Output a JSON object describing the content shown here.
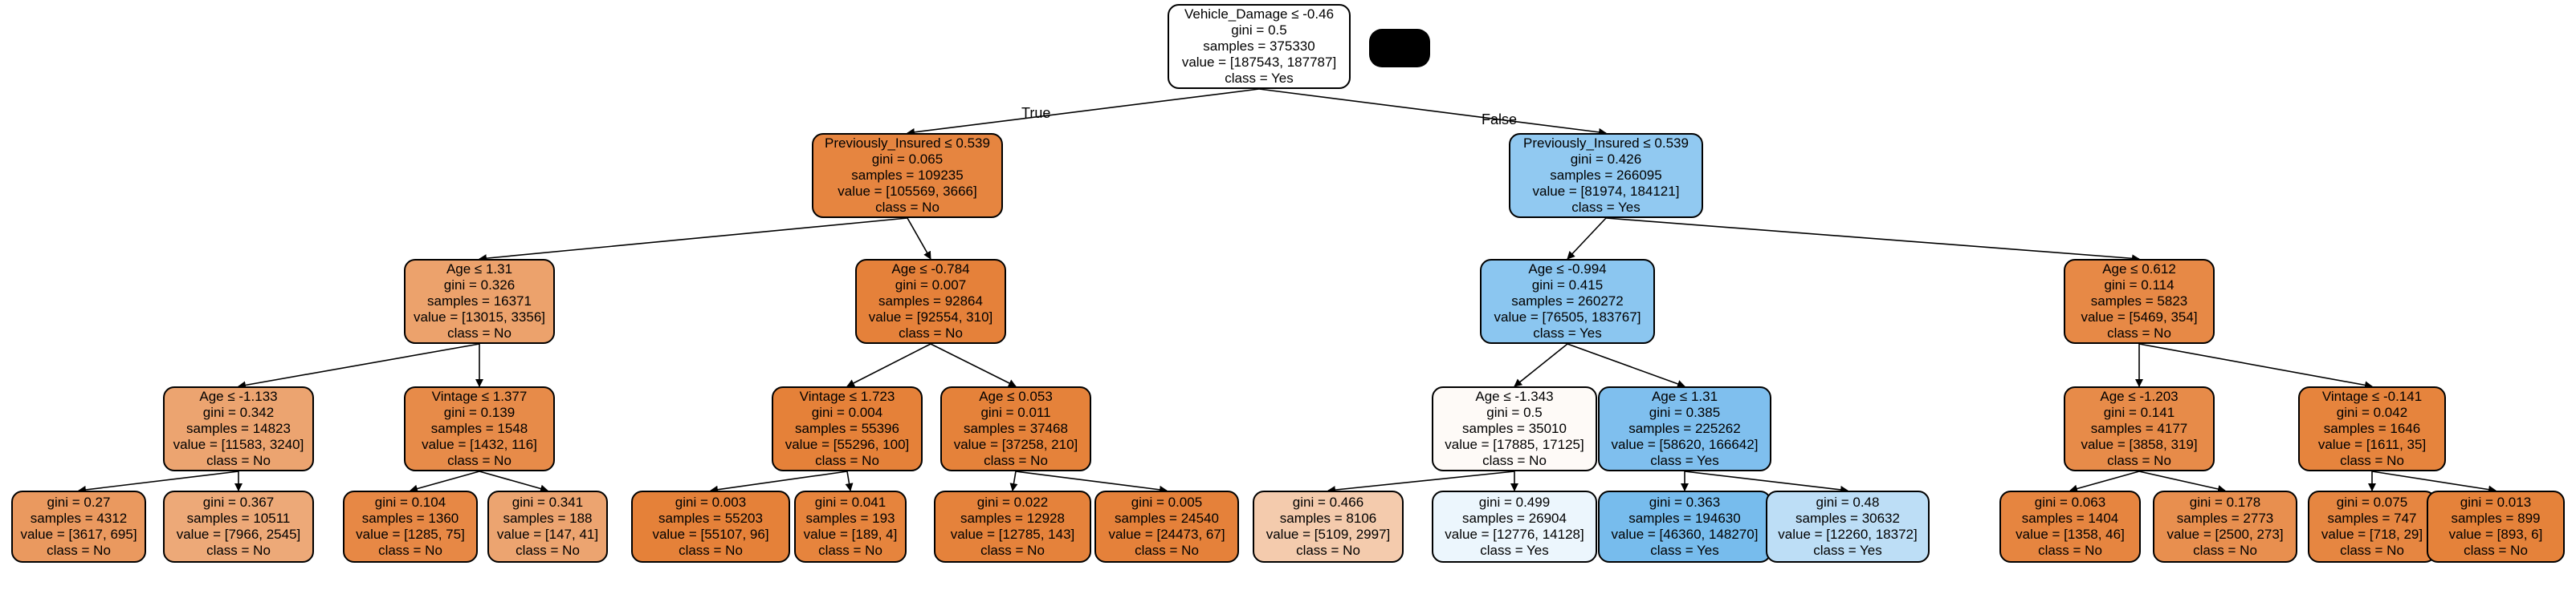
{
  "tree": {
    "edge_labels": {
      "true": "True",
      "false": "False"
    },
    "nodes": [
      {
        "id": "n0",
        "lines": [
          "Vehicle_Damage ≤ -0.46",
          "gini = 0.5",
          "samples = 375330",
          "value = [187543, 187787]",
          "class = Yes"
        ],
        "fill": "#ffffff"
      },
      {
        "id": "n1",
        "lines": [
          "Previously_Insured ≤ 0.539",
          "gini = 0.065",
          "samples = 109235",
          "value = [105569, 3666]",
          "class = No"
        ],
        "fill": "#e68540"
      },
      {
        "id": "n2",
        "lines": [
          "Previously_Insured ≤ 0.539",
          "gini = 0.426",
          "samples = 266095",
          "value = [81974, 184121]",
          "class = Yes"
        ],
        "fill": "#91c9f1"
      },
      {
        "id": "n3",
        "lines": [
          "Age ≤ 1.31",
          "gini = 0.326",
          "samples = 16371",
          "value = [13015, 3356]",
          "class = No"
        ],
        "fill": "#eca26c"
      },
      {
        "id": "n4",
        "lines": [
          "Age ≤ -0.784",
          "gini = 0.007",
          "samples = 92864",
          "value = [92554, 310]",
          "class = No"
        ],
        "fill": "#e5813a"
      },
      {
        "id": "n5",
        "lines": [
          "Age ≤ -0.994",
          "gini = 0.415",
          "samples = 260272",
          "value = [76505, 183767]",
          "class = Yes"
        ],
        "fill": "#8bc6f0"
      },
      {
        "id": "n6",
        "lines": [
          "Age ≤ 0.612",
          "gini = 0.114",
          "samples = 5823",
          "value = [5469, 354]",
          "class = No"
        ],
        "fill": "#e78946"
      },
      {
        "id": "n7",
        "lines": [
          "Age ≤ -1.133",
          "gini = 0.342",
          "samples = 14823",
          "value = [11583, 3240]",
          "class = No"
        ],
        "fill": "#eca470"
      },
      {
        "id": "n8",
        "lines": [
          "Vintage ≤ 1.377",
          "gini = 0.139",
          "samples = 1548",
          "value = [1432, 116]",
          "class = No"
        ],
        "fill": "#e78b49"
      },
      {
        "id": "n9",
        "lines": [
          "Vintage ≤ 1.723",
          "gini = 0.004",
          "samples = 55396",
          "value = [55296, 100]",
          "class = No"
        ],
        "fill": "#e58139"
      },
      {
        "id": "n10",
        "lines": [
          "Age ≤ 0.053",
          "gini = 0.011",
          "samples = 37468",
          "value = [37258, 210]",
          "class = No"
        ],
        "fill": "#e5823a"
      },
      {
        "id": "n11",
        "lines": [
          "Age ≤ -1.343",
          "gini = 0.5",
          "samples = 35010",
          "value = [17885, 17125]",
          "class = No"
        ],
        "fill": "#fefaf7"
      },
      {
        "id": "n12",
        "lines": [
          "Age ≤ 1.31",
          "gini = 0.385",
          "samples = 225262",
          "value = [58620, 166642]",
          "class = Yes"
        ],
        "fill": "#7fbfee"
      },
      {
        "id": "n13",
        "lines": [
          "Age ≤ -1.203",
          "gini = 0.141",
          "samples = 4177",
          "value = [3858, 319]",
          "class = No"
        ],
        "fill": "#e78b49"
      },
      {
        "id": "n14",
        "lines": [
          "Vintage ≤ -0.141",
          "gini = 0.042",
          "samples = 1646",
          "value = [1611, 35]",
          "class = No"
        ],
        "fill": "#e6843d"
      },
      {
        "id": "n15",
        "lines": [
          "gini = 0.27",
          "samples = 4312",
          "value = [3617, 695]",
          "class = No"
        ],
        "fill": "#ea995f"
      },
      {
        "id": "n16",
        "lines": [
          "gini = 0.367",
          "samples = 10511",
          "value = [7966, 2545]",
          "class = No"
        ],
        "fill": "#eda978"
      },
      {
        "id": "n17",
        "lines": [
          "gini = 0.104",
          "samples = 1360",
          "value = [1285, 75]",
          "class = No"
        ],
        "fill": "#e78845"
      },
      {
        "id": "n18",
        "lines": [
          "gini = 0.341",
          "samples = 188",
          "value = [147, 41]",
          "class = No"
        ],
        "fill": "#eca470"
      },
      {
        "id": "n19",
        "lines": [
          "gini = 0.003",
          "samples = 55203",
          "value = [55107, 96]",
          "class = No"
        ],
        "fill": "#e58139"
      },
      {
        "id": "n20",
        "lines": [
          "gini = 0.041",
          "samples = 193",
          "value = [189, 4]",
          "class = No"
        ],
        "fill": "#e6843d"
      },
      {
        "id": "n21",
        "lines": [
          "gini = 0.022",
          "samples = 12928",
          "value = [12785, 143]",
          "class = No"
        ],
        "fill": "#e5823b"
      },
      {
        "id": "n22",
        "lines": [
          "gini = 0.005",
          "samples = 24540",
          "value = [24473, 67]",
          "class = No"
        ],
        "fill": "#e5813a"
      },
      {
        "id": "n23",
        "lines": [
          "gini = 0.466",
          "samples = 8106",
          "value = [5109, 2997]",
          "class = No"
        ],
        "fill": "#f4cbad"
      },
      {
        "id": "n24",
        "lines": [
          "gini = 0.499",
          "samples = 26904",
          "value = [12776, 14128]",
          "class = Yes"
        ],
        "fill": "#ecf6fd"
      },
      {
        "id": "n25",
        "lines": [
          "gini = 0.363",
          "samples = 194630",
          "value = [46360, 148270]",
          "class = Yes"
        ],
        "fill": "#77bced"
      },
      {
        "id": "n26",
        "lines": [
          "gini = 0.48",
          "samples = 30632",
          "value = [12260, 18372]",
          "class = Yes"
        ],
        "fill": "#bddef6"
      },
      {
        "id": "n27",
        "lines": [
          "gini = 0.063",
          "samples = 1404",
          "value = [1358, 46]",
          "class = No"
        ],
        "fill": "#e68540"
      },
      {
        "id": "n28",
        "lines": [
          "gini = 0.178",
          "samples = 2773",
          "value = [2500, 273]",
          "class = No"
        ],
        "fill": "#e88f4f"
      },
      {
        "id": "n29",
        "lines": [
          "gini = 0.075",
          "samples = 747",
          "value = [718, 29]",
          "class = No"
        ],
        "fill": "#e68641"
      },
      {
        "id": "n30",
        "lines": [
          "gini = 0.013",
          "samples = 899",
          "value = [893, 6]",
          "class = No"
        ],
        "fill": "#e5823a"
      }
    ]
  }
}
